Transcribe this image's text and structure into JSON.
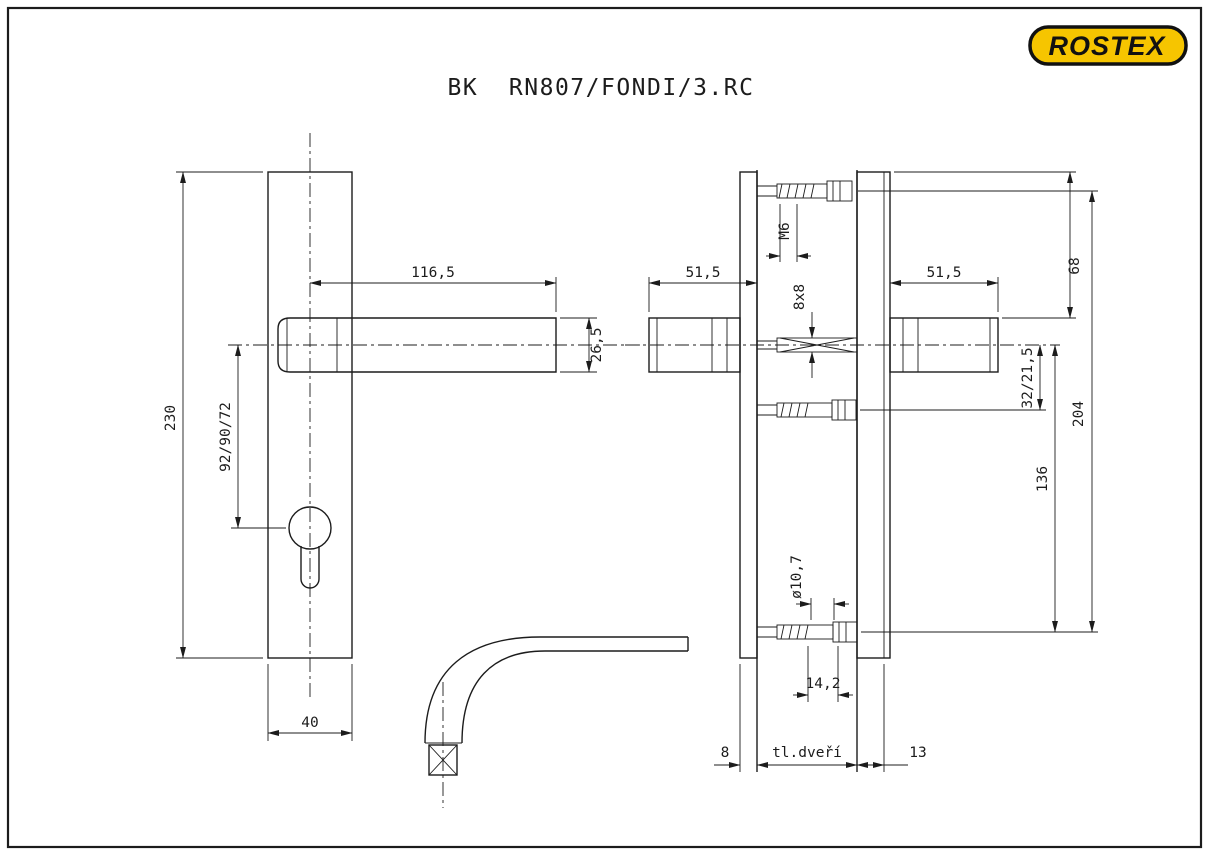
{
  "meta": {
    "line_color": "#1c1c1c",
    "background": "#ffffff"
  },
  "title": "BK  RN807/FONDI/3.RC",
  "logo": {
    "text": "ROSTEX",
    "bg": "#f6c500",
    "fg": "#111111",
    "border": "#111111"
  },
  "front_view": {
    "dims": {
      "plate_height": "230",
      "handle_to_cylinder": "92/90/72",
      "handle_length": "116,5",
      "handle_section": "26,5",
      "plate_width": "40"
    }
  },
  "section_view": {
    "dims": {
      "left_handle_depth": "51,5",
      "right_handle_depth": "51,5",
      "top_screw_thread": "M6",
      "spindle_section": "8x8",
      "top_to_handle": "68",
      "handle_to_mid_screw": "32/21,5",
      "screw_centers_span": "204",
      "handle_to_bottom_screw": "136",
      "hole_diameter": "ø10,7",
      "head_recess": "14,2",
      "left_plate_thickness": "8",
      "door_thickness_label": "tl.dveří",
      "right_plate_thickness": "13"
    }
  }
}
